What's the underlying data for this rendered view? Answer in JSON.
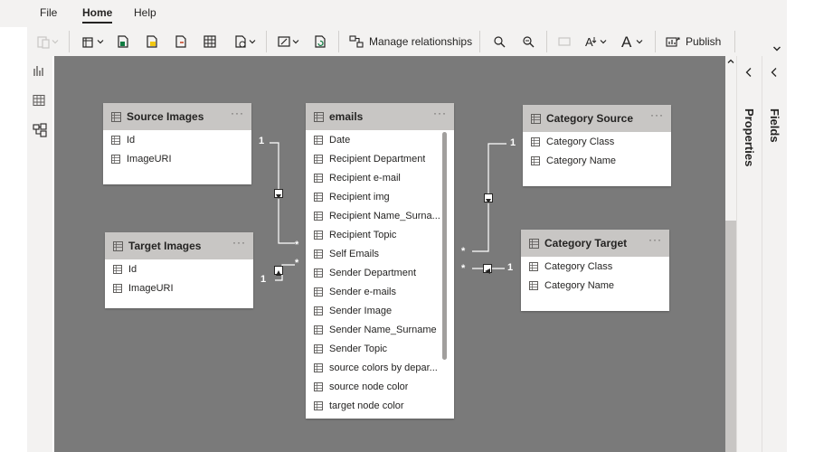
{
  "menu": [
    {
      "label": "File"
    },
    {
      "label": "Home",
      "active": true
    },
    {
      "label": "Help"
    }
  ],
  "toolbar": {
    "icons": [
      "paste-icon",
      "get-data-icon",
      "excel-icon",
      "data-hub-icon",
      "sql-server-icon",
      "enter-data-icon",
      "recent-sources-icon",
      "transform-data-icon",
      "refresh-icon",
      "manage-relationships-icon",
      "new-measure-icon",
      "quick-measure-icon",
      "new-column-icon",
      "sensitivity-icon",
      "font-size-icon",
      "publish-icon"
    ],
    "manage_relationships_label": "Manage relationships",
    "publish_label": "Publish"
  },
  "left_rail": [
    "report-view-icon",
    "data-view-icon",
    "model-view-icon"
  ],
  "tables": [
    {
      "name": "Source Images",
      "fields": [
        "Id",
        "ImageURI"
      ]
    },
    {
      "name": "Target Images",
      "fields": [
        "Id",
        "ImageURI"
      ]
    },
    {
      "name": "emails",
      "fields": [
        "Date",
        "Recipient Department",
        "Recipient e-mail",
        "Recipient img",
        "Recipient Name_Surna...",
        "Recipient Topic",
        "Self Emails",
        "Sender Department",
        "Sender e-mails",
        "Sender Image",
        "Sender Name_Surname",
        "Sender Topic",
        "source colors by depar...",
        "source node color",
        "target node color"
      ]
    },
    {
      "name": "Category Source",
      "fields": [
        "Category Class",
        "Category Name"
      ]
    },
    {
      "name": "Category Target",
      "fields": [
        "Category Class",
        "Category Name"
      ]
    }
  ],
  "relationships": [
    {
      "from": "Source Images",
      "to": "emails",
      "from_card": "1",
      "to_card": "*"
    },
    {
      "from": "Target Images",
      "to": "emails",
      "from_card": "1",
      "to_card": "*"
    },
    {
      "from": "Category Source",
      "to": "emails",
      "from_card": "1",
      "to_card": "*"
    },
    {
      "from": "Category Target",
      "to": "emails",
      "from_card": "1",
      "to_card": "*"
    }
  ],
  "more_glyph": "···",
  "panes": {
    "properties": "Properties",
    "fields": "Fields"
  },
  "colors": {
    "canvas": "#7a7a7a",
    "table_header": "#c8c6c4",
    "ribbon": "#f3f2f1"
  }
}
